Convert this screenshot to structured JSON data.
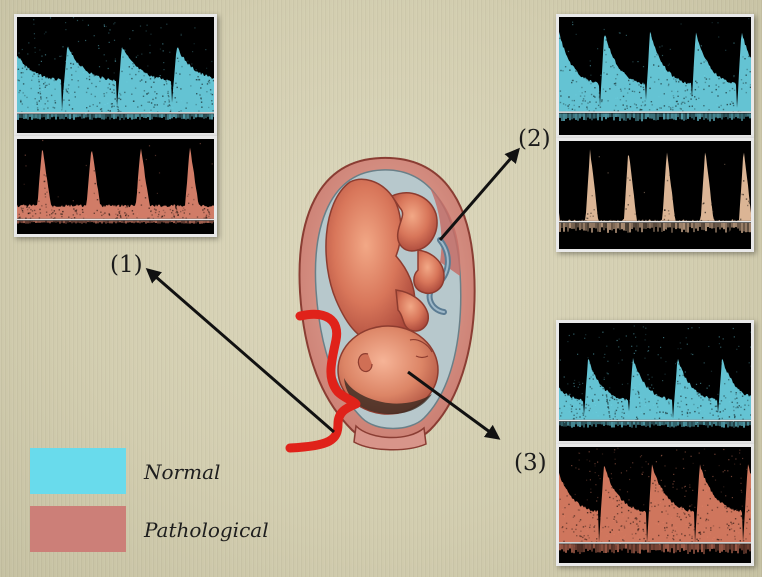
{
  "labels": {
    "site_1": "(1)",
    "site_2": "(2)",
    "site_3": "(3)"
  },
  "legend": {
    "normal_label": "Normal",
    "pathological_label": "Pathological",
    "normal_color": "#69dbec",
    "pathological_color": "#cc7f78"
  },
  "colors": {
    "panel_bg": "#000000",
    "normal_trace": "#6fd8ea",
    "pathological_trace_1": "#e88a72",
    "pathological_trace_2": "#f3c9a5",
    "pathological_trace_3": "#e58367",
    "arrow": "#111111",
    "brace": "#e0221a"
  },
  "icons": {
    "center_figure": "fetus-in-uterus-illustration",
    "brace": "red-curly-brace"
  }
}
